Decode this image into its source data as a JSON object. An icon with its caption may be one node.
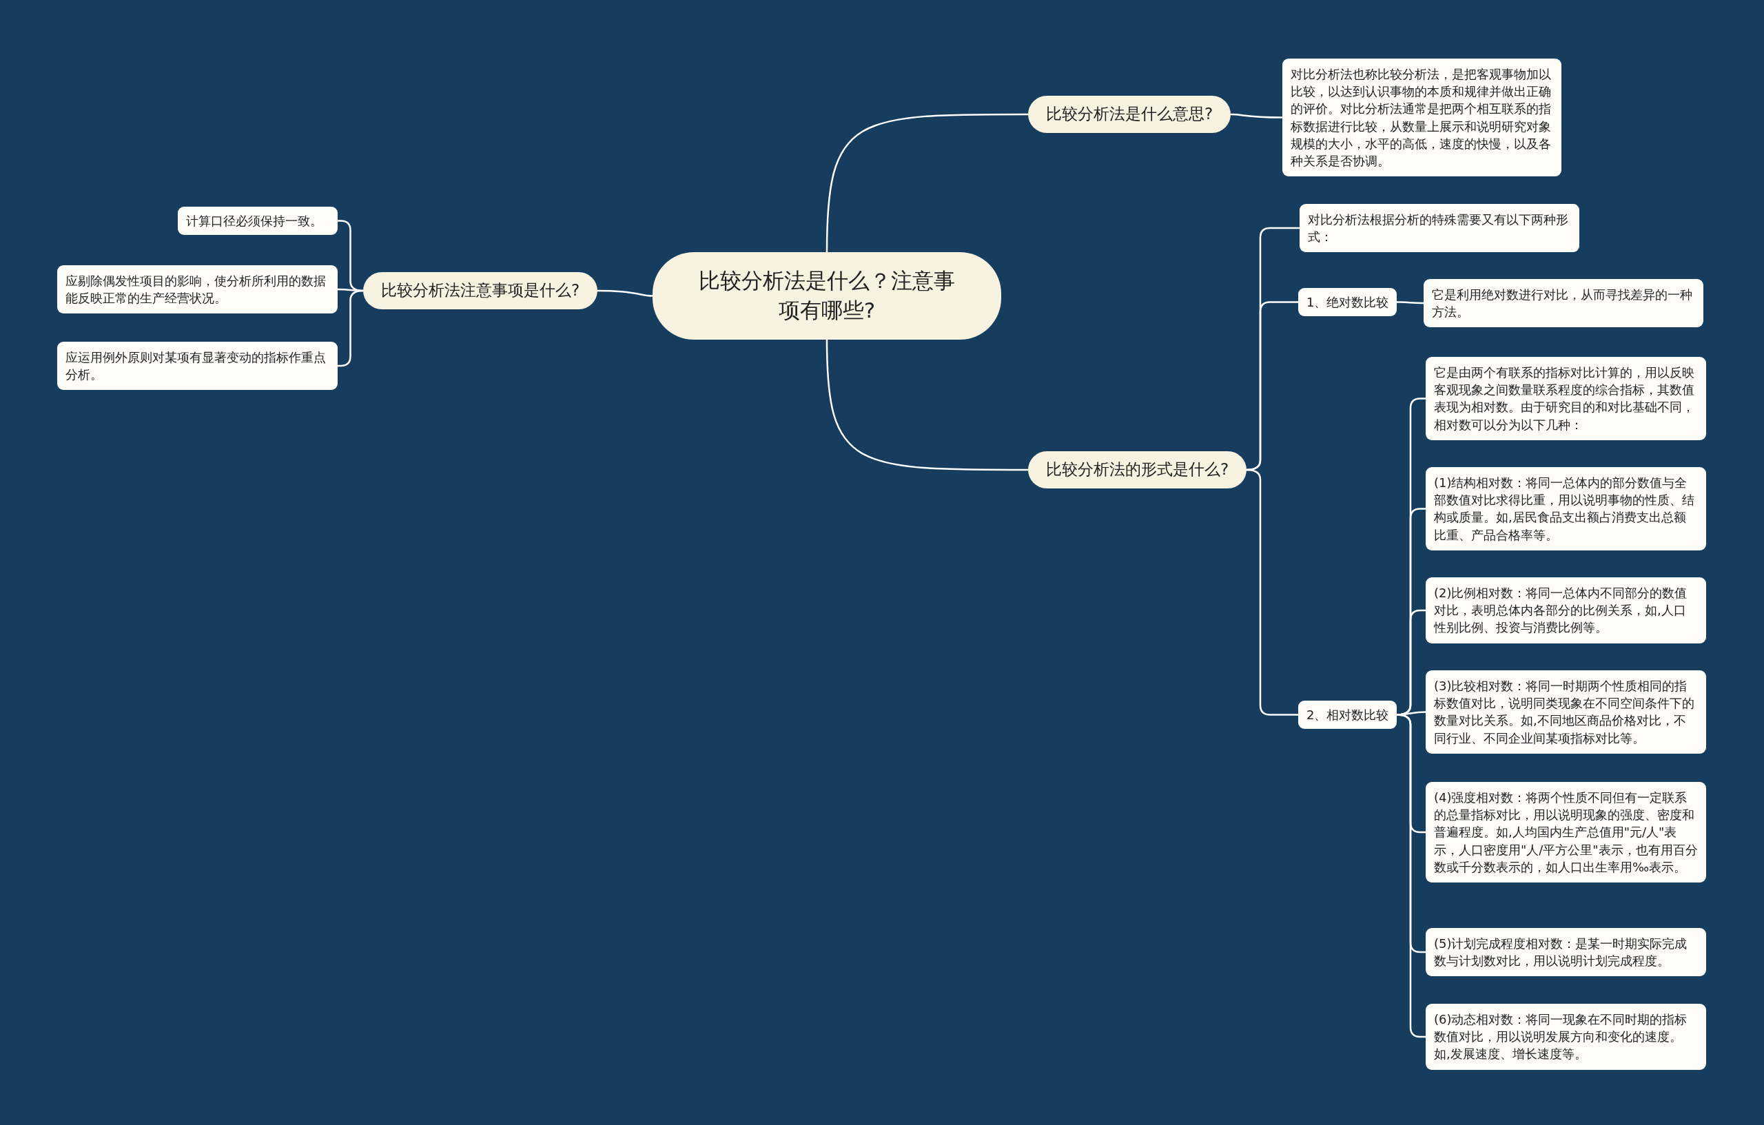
{
  "diagram": {
    "nodes": [
      {
        "text": [
          "比较分析法是什么？注意事项有哪些?"
        ]
      },
      {
        "text": [
          "比较分析法是什么意思?"
        ]
      },
      {
        "text": [
          "对比分析法也称比较分析法，是把客观事物加以比较，以达到认识事物的本质和规律并做出正确的评价。对比分析法通常是把两个相互联系的指标数据进行比较，从数量上展示和说明研究对象规模的大小，水平的高低，速度的快慢，以及各种关系是否协调。"
        ]
      },
      {
        "text": [
          "比较分析法的形式是什么?"
        ]
      },
      {
        "text": [
          "对比分析法根据分析的特殊需要又有以下两种形式："
        ]
      },
      {
        "text": [
          "1、绝对数比较"
        ]
      },
      {
        "text": [
          "它是利用绝对数进行对比，从而寻找差异的一种方法。"
        ]
      },
      {
        "text": [
          "2、相对数比较"
        ]
      },
      {
        "text": [
          "它是由两个有联系的指标对比计算的，用以反映客观现象之间数量联系程度的综合指标，其数值表现为相对数。由于研究目的和对比基础不同，相对数可以分为以下几种："
        ]
      },
      {
        "text": [
          "(1)结构相对数：将同一总体内的部分数值与全部数值对比求得比重，用以说明事物的性质、结构或质量。如,居民食品支出额占消费支出总额比重、产品合格率等。"
        ]
      },
      {
        "text": [
          "(2)比例相对数：将同一总体内不同部分的数值对比，表明总体内各部分的比例关系，如,人口性别比例、投资与消费比例等。"
        ]
      },
      {
        "text": [
          "(3)比较相对数：将同一时期两个性质相同的指标数值对比，说明同类现象在不同空间条件下的数量对比关系。如,不同地区商品价格对比，不同行业、不同企业间某项指标对比等。"
        ]
      },
      {
        "text": [
          "(4)强度相对数：将两个性质不同但有一定联系的总量指标对比，用以说明现象的强度、密度和普遍程度。如,人均国内生产总值用\"元/人\"表示，人口密度用\"人/平方公里\"表示，也有用百分数或千分数表示的，如人口出生率用‰表示。"
        ]
      },
      {
        "text": [
          "(5)计划完成程度相对数：是某一时期实际完成数与计划数对比，用以说明计划完成程度。"
        ]
      },
      {
        "text": [
          "(6)动态相对数：将同一现象在不同时期的指标数值对比，用以说明发展方向和变化的速度。如,发展速度、增长速度等。"
        ]
      },
      {
        "text": [
          "比较分析法注意事项是什么?"
        ]
      },
      {
        "text": [
          "计算口径必须保持一致。"
        ]
      },
      {
        "text": [
          "应剔除偶发性项目的影响，使分析所利用的数据能反映正常的生产经营状况。"
        ]
      },
      {
        "text": [
          "应运用例外原则对某项有显著变动的指标作重点分析。"
        ]
      }
    ],
    "edges": [
      {
        "from": 0,
        "to": 1,
        "arrow": "none"
      },
      {
        "from": 0,
        "to": 3,
        "arrow": "none"
      },
      {
        "from": 0,
        "to": 15,
        "arrow": "none"
      },
      {
        "from": 1,
        "to": 2,
        "arrow": "none"
      },
      {
        "from": 3,
        "to": 4,
        "arrow": "none"
      },
      {
        "from": 3,
        "to": 5,
        "arrow": "none"
      },
      {
        "from": 3,
        "to": 7,
        "arrow": "none"
      },
      {
        "from": 5,
        "to": 6,
        "arrow": "none"
      },
      {
        "from": 7,
        "to": 8,
        "arrow": "none"
      },
      {
        "from": 7,
        "to": 9,
        "arrow": "none"
      },
      {
        "from": 7,
        "to": 10,
        "arrow": "none"
      },
      {
        "from": 7,
        "to": 11,
        "arrow": "none"
      },
      {
        "from": 7,
        "to": 12,
        "arrow": "none"
      },
      {
        "from": 7,
        "to": 13,
        "arrow": "none"
      },
      {
        "from": 7,
        "to": 14,
        "arrow": "none"
      },
      {
        "from": 15,
        "to": 16,
        "arrow": "none"
      },
      {
        "from": 15,
        "to": 17,
        "arrow": "none"
      },
      {
        "from": 15,
        "to": 18,
        "arrow": "none"
      }
    ]
  }
}
